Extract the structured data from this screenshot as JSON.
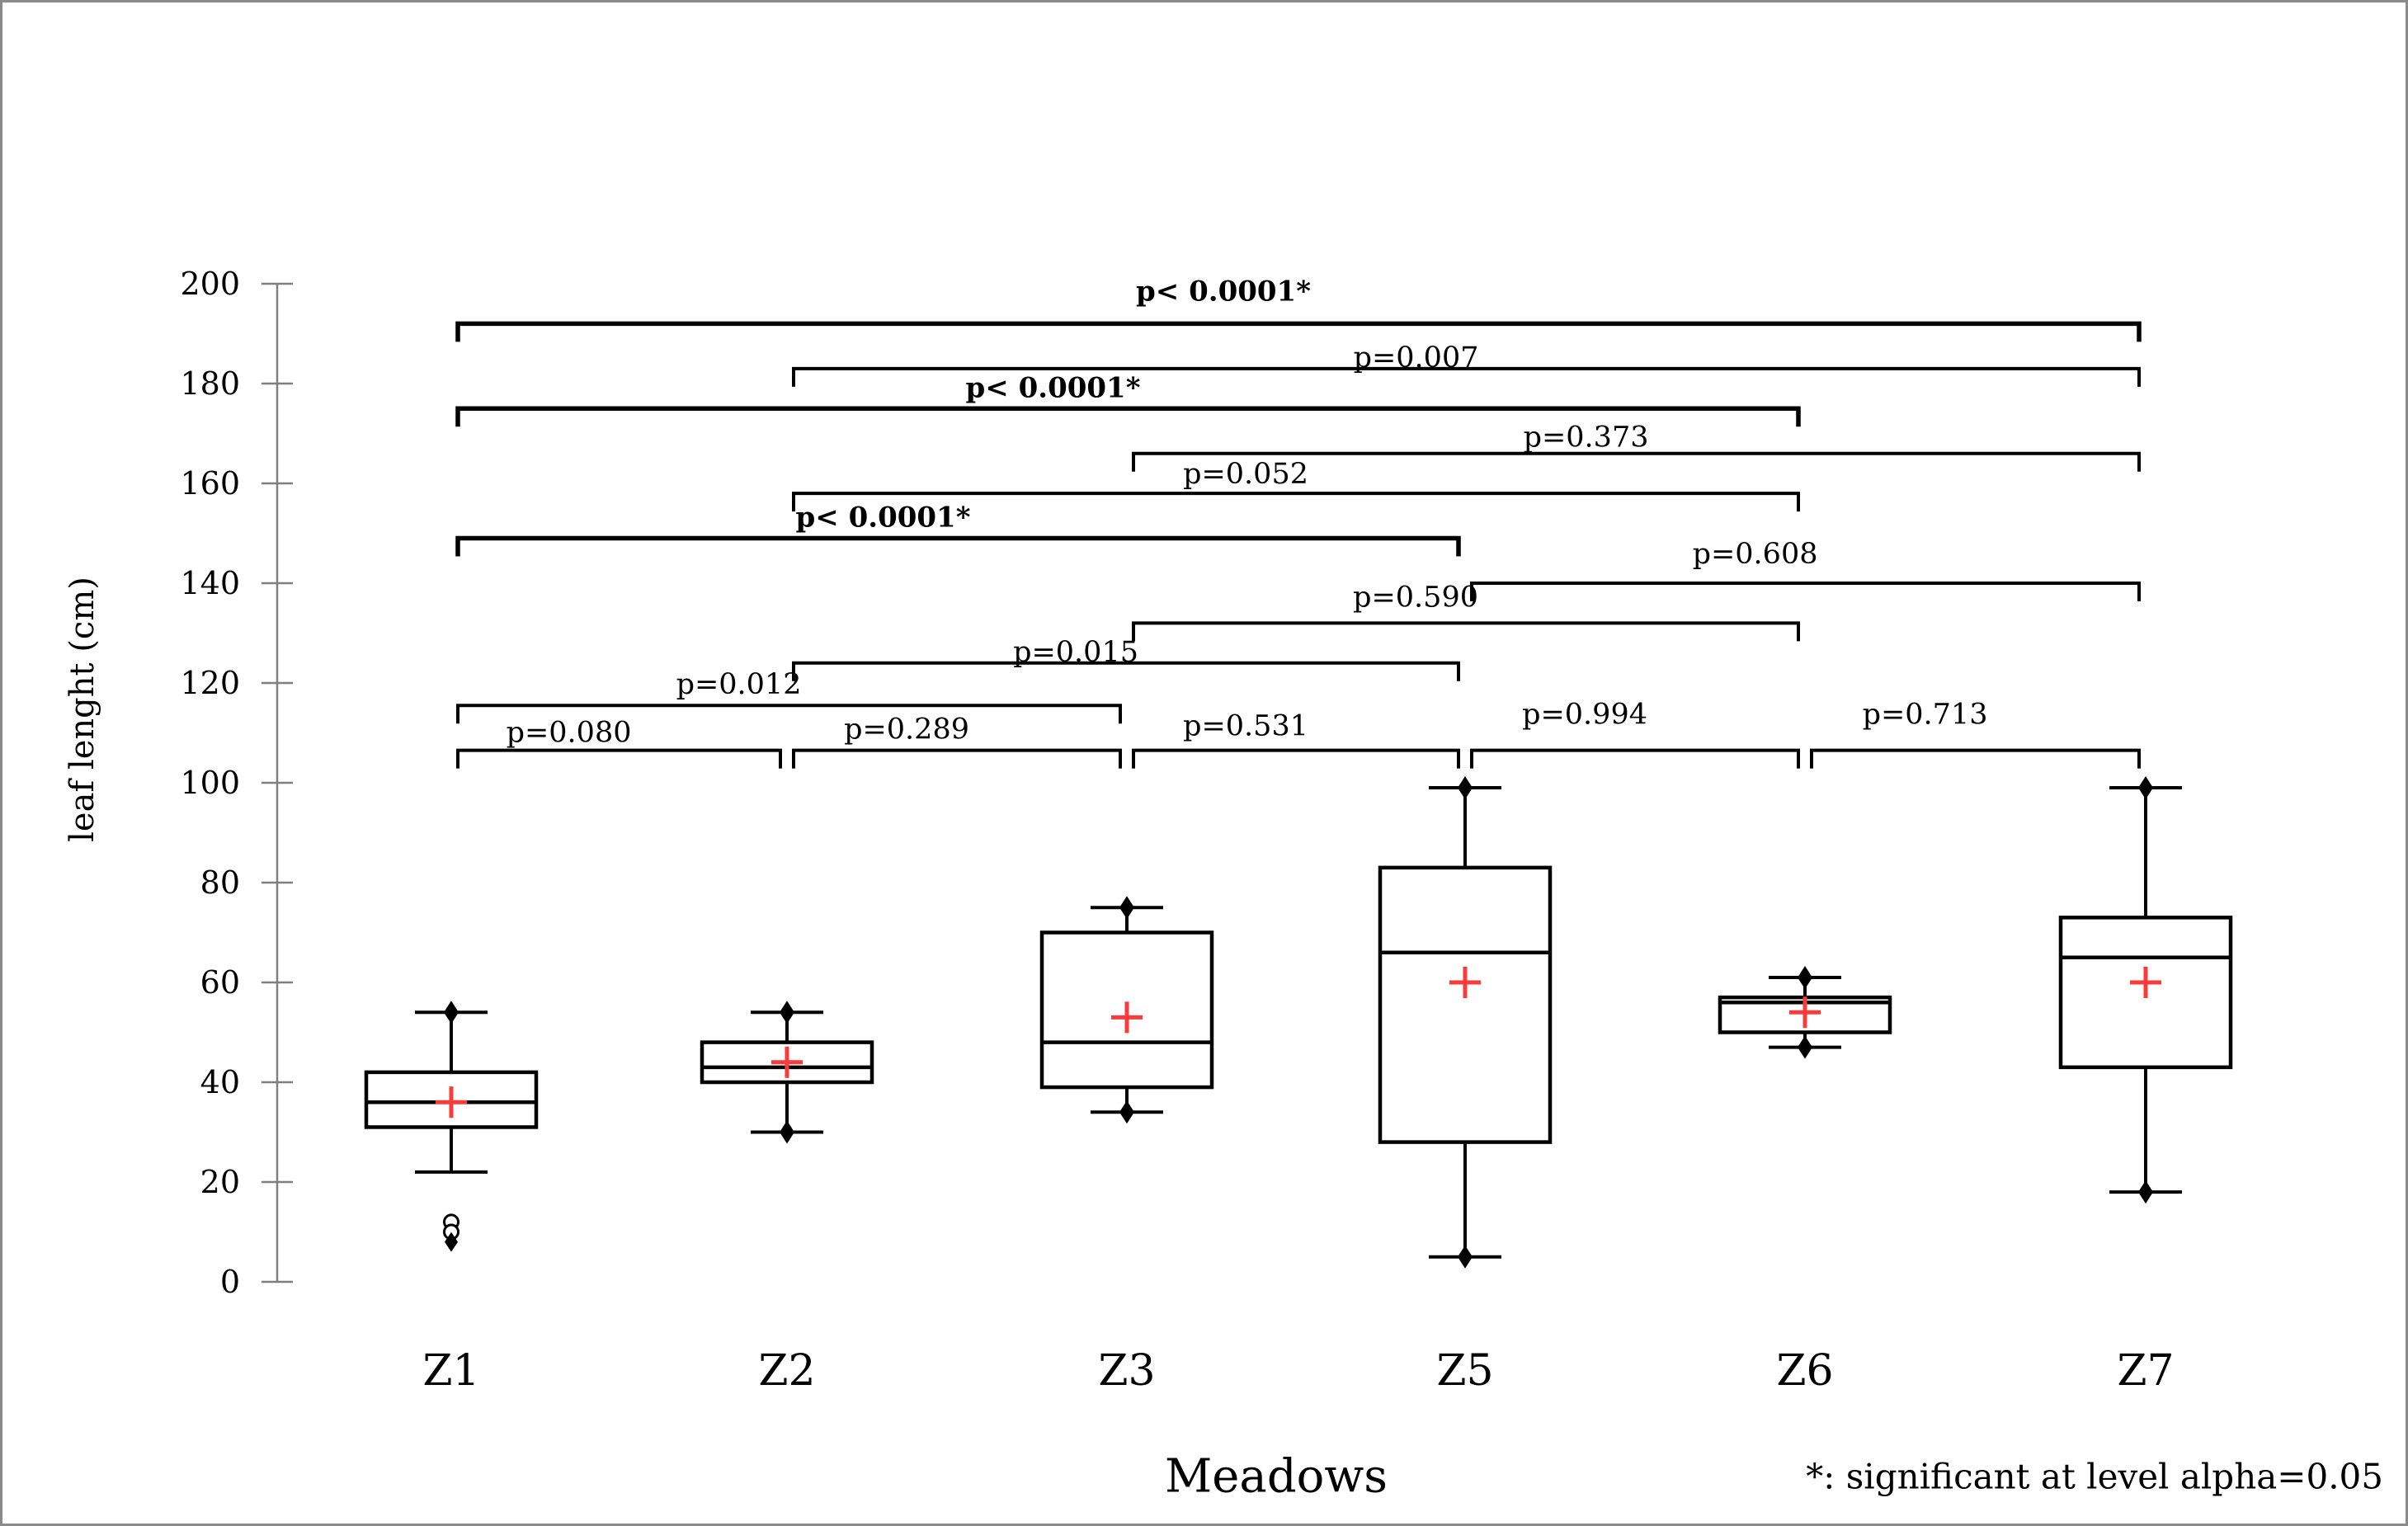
{
  "chart_data": {
    "type": "box",
    "title": "",
    "xlabel": "Meadows",
    "ylabel": "leaf lenght (cm)",
    "footnote": "*: significant at level alpha=0.05",
    "ylim": [
      0,
      200
    ],
    "ytick_step": 20,
    "ytick_labels": [
      "0",
      "20",
      "40",
      "60",
      "80",
      "100",
      "120",
      "140",
      "160",
      "180",
      "200"
    ],
    "categories": [
      "Z1",
      "Z2",
      "Z3",
      "Z5",
      "Z6",
      "Z7"
    ],
    "legend_position": "none",
    "grid": false,
    "boxes": [
      {
        "label": "Z1",
        "whisker_low": 22,
        "q1": 31,
        "median": 36,
        "q3": 42,
        "whisker_high": 54,
        "mean": 36,
        "low_marker": false,
        "high_marker": true,
        "outliers_circle": [
          12,
          10
        ],
        "outliers_diamond": [
          8
        ]
      },
      {
        "label": "Z2",
        "whisker_low": 30,
        "q1": 40,
        "median": 43,
        "q3": 48,
        "whisker_high": 54,
        "mean": 44,
        "low_marker": true,
        "high_marker": true,
        "outliers_circle": [],
        "outliers_diamond": []
      },
      {
        "label": "Z3",
        "whisker_low": 34,
        "q1": 39,
        "median": 48,
        "q3": 70,
        "whisker_high": 75,
        "mean": 53,
        "low_marker": true,
        "high_marker": true,
        "outliers_circle": [],
        "outliers_diamond": []
      },
      {
        "label": "Z5",
        "whisker_low": 5,
        "q1": 28,
        "median": 66,
        "q3": 83,
        "whisker_high": 99,
        "mean": 60,
        "low_marker": true,
        "high_marker": true,
        "outliers_circle": [],
        "outliers_diamond": []
      },
      {
        "label": "Z6",
        "whisker_low": 47,
        "q1": 50,
        "median": 56,
        "q3": 57,
        "whisker_high": 61,
        "mean": 54,
        "low_marker": true,
        "high_marker": true,
        "outliers_circle": [],
        "outliers_diamond": []
      },
      {
        "label": "Z7",
        "whisker_low": 18,
        "q1": 43,
        "median": 65,
        "q3": 73,
        "whisker_high": 99,
        "mean": 60,
        "low_marker": true,
        "high_marker": true,
        "outliers_circle": [],
        "outliers_diamond": []
      }
    ],
    "comparisons": [
      {
        "a": "Z1",
        "b": "Z7",
        "label": "p< 0.0001*",
        "bold": true,
        "y": 192,
        "label_gap": 28
      },
      {
        "a": "Z2",
        "b": "Z7",
        "label": "p=0.007",
        "bold": false,
        "y": 183,
        "label_gap": 2
      },
      {
        "a": "Z1",
        "b": "Z6",
        "label": "p< 0.0001*",
        "bold": true,
        "y": 175,
        "label_gap": 14
      },
      {
        "a": "Z3",
        "b": "Z7",
        "label": "p=0.373",
        "bold": false,
        "y": 166,
        "label_gap": 8
      },
      {
        "a": "Z2",
        "b": "Z6",
        "label": "p=0.052",
        "bold": false,
        "y": 158,
        "label_gap": 12
      },
      {
        "a": "Z1",
        "b": "Z5",
        "label": "p< 0.0001*",
        "bold": true,
        "y": 149,
        "label_gap": 14
      },
      {
        "a": "Z5",
        "b": "Z7",
        "label": "p=0.608",
        "bold": false,
        "y": 140,
        "label_gap": 24
      },
      {
        "a": "Z3",
        "b": "Z6",
        "label": "p=0.590",
        "bold": false,
        "y": 132,
        "label_gap": 20
      },
      {
        "a": "Z2",
        "b": "Z5",
        "label": "p=0.015",
        "bold": false,
        "y": 124,
        "label_gap": 2
      },
      {
        "a": "Z1",
        "b": "Z3",
        "label": "p=0.012",
        "bold": false,
        "y": 115.5,
        "label_gap": 14
      },
      {
        "a": "Z1",
        "b": "Z2",
        "label": "p=0.080",
        "bold": false,
        "y": 106.5,
        "label_gap": 10
      },
      {
        "a": "Z2",
        "b": "Z3",
        "label": "p=0.289",
        "bold": false,
        "y": 106.5,
        "label_gap": 14
      },
      {
        "a": "Z3",
        "b": "Z5",
        "label": "p=0.531",
        "bold": false,
        "y": 106.5,
        "label_gap": 18
      },
      {
        "a": "Z5",
        "b": "Z6",
        "label": "p=0.994",
        "bold": false,
        "y": 106.5,
        "label_gap": 32
      },
      {
        "a": "Z6",
        "b": "Z7",
        "label": "p=0.713",
        "bold": false,
        "y": 106.5,
        "label_gap": 32
      }
    ],
    "colors": {
      "box_stroke": "#000000",
      "mean_marker": "#f93b3b",
      "axis": "#7f7f7f",
      "text": "#000000"
    }
  }
}
